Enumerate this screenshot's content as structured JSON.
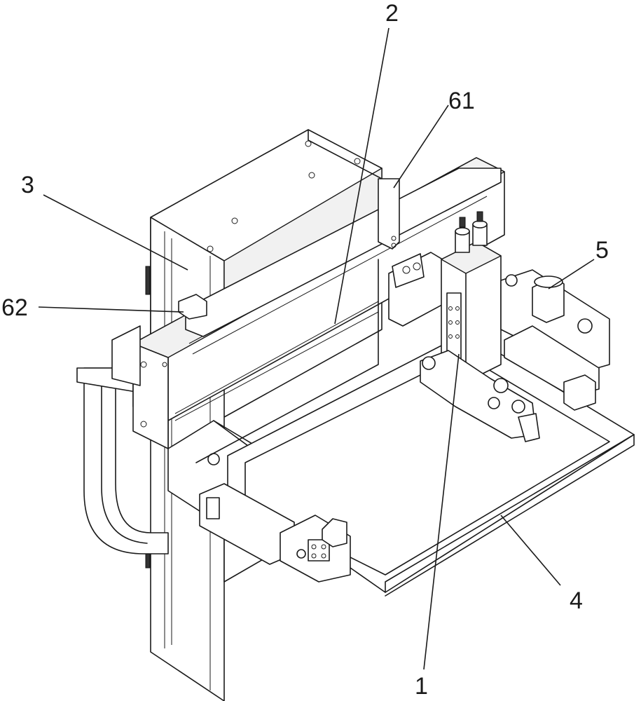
{
  "labels": {
    "l1": "1",
    "l2": "2",
    "l3": "3",
    "l4": "4",
    "l5": "5",
    "l61": "61",
    "l62": "62"
  }
}
